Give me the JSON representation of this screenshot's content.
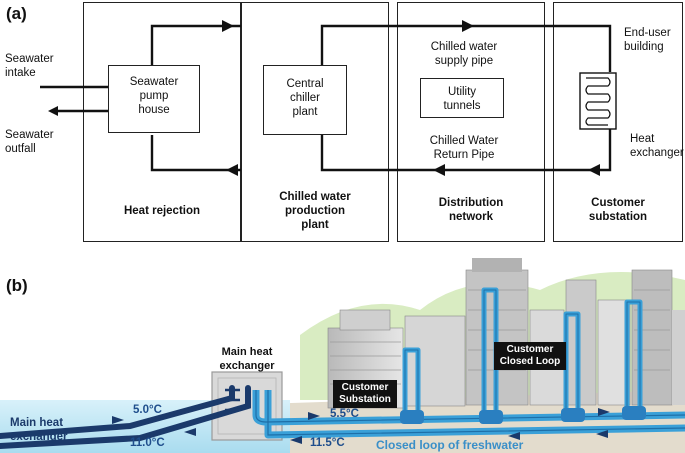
{
  "panel_a": {
    "label": "(a)",
    "seawater_intake": "Seawater\nintake",
    "seawater_outfall": "Seawater\noutfall",
    "pump_house": "Seawater\npump\nhouse",
    "chiller_plant": "Central\nchiller\nplant",
    "supply_pipe": "Chilled water\nsupply pipe",
    "utility_tunnels": "Utility\ntunnels",
    "return_pipe": "Chilled Water\nReturn Pipe",
    "end_user": "End-user\nbuilding",
    "heat_exchanger": "Heat\nexchanger",
    "sections": {
      "heat_rejection": "Heat rejection",
      "chilled_water_production": "Chilled water\nproduction\nplant",
      "distribution_network": "Distribution\nnetwork",
      "customer_substation": "Customer\nsubstation"
    }
  },
  "panel_b": {
    "label": "(b)",
    "main_heat_exchanger_top": "Main heat\nexchanger",
    "main_heat_exchanger_left": "Main heat\nexchanger",
    "temp_supply_sea": "5.0°C",
    "temp_return_sea": "11.0°C",
    "temp_supply_loop": "5.5°C",
    "temp_return_loop": "11.5°C",
    "customer_substation": "Customer\nSubstation",
    "customer_closed_loop": "Customer\nClosed Loop",
    "closed_loop_freshwater": "Closed loop of freshwater"
  },
  "colors": {
    "pipe_dark": "#1b3a6b",
    "pipe_light": "#3aa0d8",
    "sea": "#bfe6f5",
    "text_blue": "#1f4e8c"
  }
}
